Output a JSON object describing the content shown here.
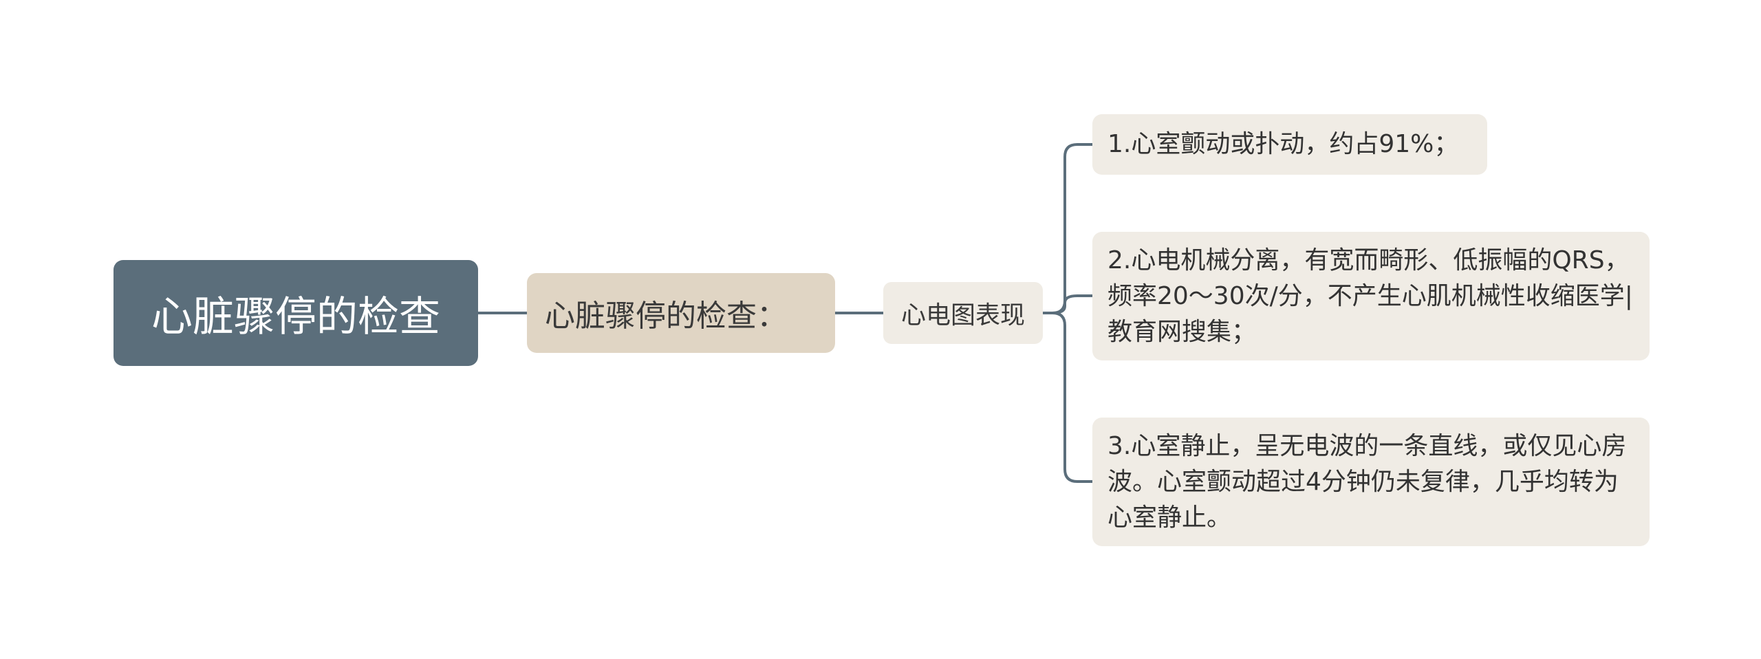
{
  "root": {
    "label": "心脏骤停的检查"
  },
  "level1": {
    "label": "心脏骤停的检查："
  },
  "level2": {
    "label": "心电图表现"
  },
  "leaves": [
    {
      "text": "1.心室颤动或扑动，约占91%；"
    },
    {
      "text": "2.心电机械分离，有宽而畸形、低振幅的QRS，频率20～30次/分，不产生心肌机械性收缩医学|教育网搜集；"
    },
    {
      "text": "3.心室静止，呈无电波的一条直线，或仅见心房波。心室颤动超过4分钟仍未复律，几乎均转为心室静止。"
    }
  ],
  "colors": {
    "root_bg": "#5b6e7b",
    "level1_bg": "#e0d5c4",
    "leaf_bg": "#f0ece5",
    "connector": "#5b6e7b"
  }
}
